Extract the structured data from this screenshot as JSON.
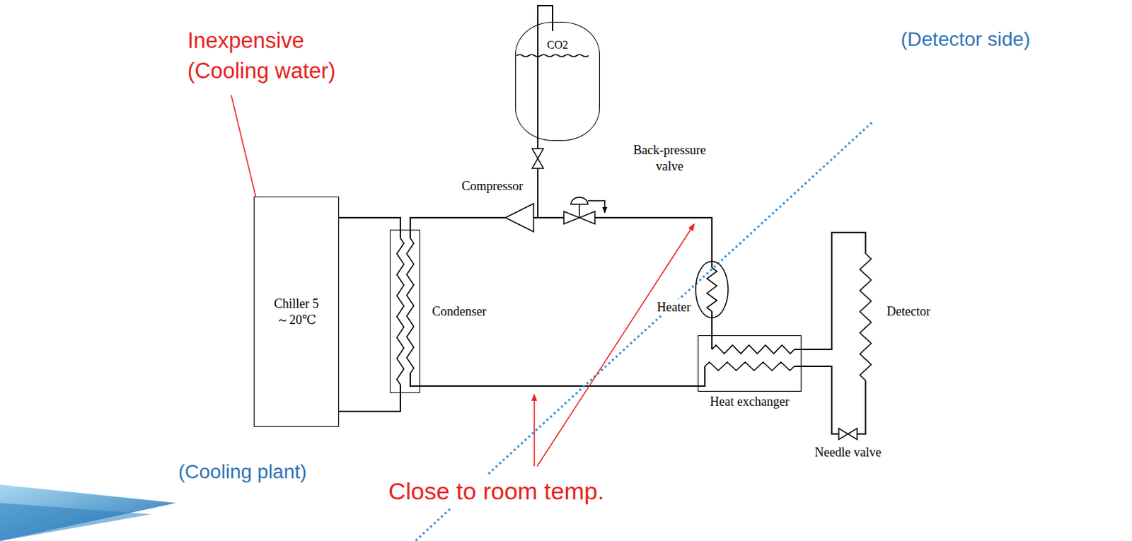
{
  "diagram": {
    "nodes": [
      {
        "text": [
          "Chiller 5～20℃"
        ]
      },
      {
        "text": [
          "Condenser"
        ]
      },
      {
        "text": [
          "CO2"
        ]
      },
      {
        "text": [
          "Heater"
        ]
      },
      {
        "text": [
          "Heat exchanger"
        ]
      }
    ],
    "edges": [
      {
        "from": 0,
        "to": 1,
        "arrow": "none"
      },
      {
        "from": 0,
        "to": 1,
        "arrow": "none"
      },
      {
        "from": 1,
        "to": 3,
        "arrow": "none"
      },
      {
        "from": 3,
        "to": 4,
        "arrow": "none"
      },
      {
        "from": 1,
        "to": 4,
        "arrow": "none"
      }
    ],
    "labels": [
      "Inexpensive (Cooling water)",
      "(Detector side)",
      "Compressor",
      "Back-pressure valve",
      "Detector",
      "Close to room temp.",
      "(Cooling plant)",
      "Needle valve"
    ]
  }
}
